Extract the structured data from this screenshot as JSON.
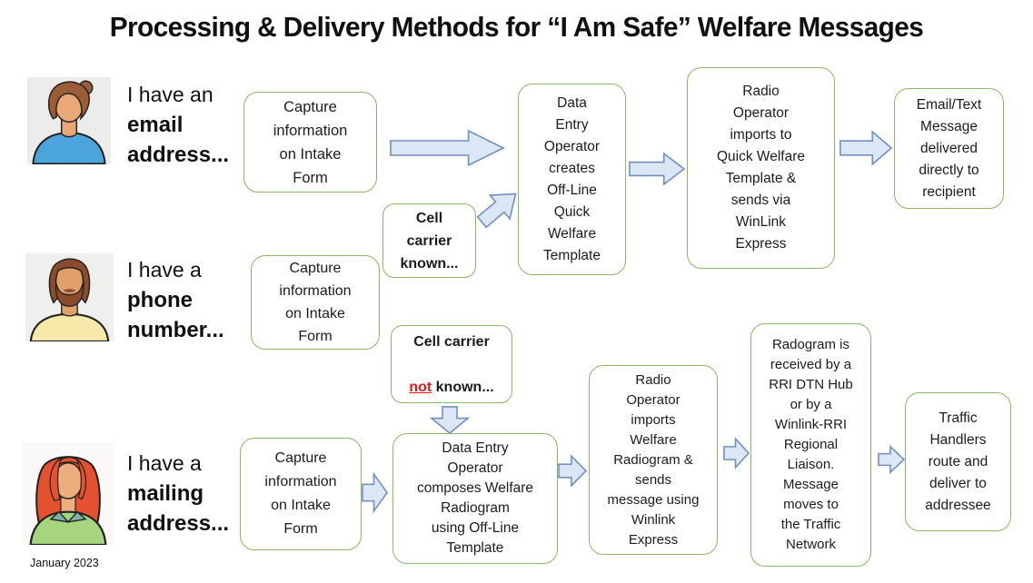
{
  "title": "Processing & Delivery Methods for “I Am Safe” Welfare Messages",
  "footer": {
    "date": "January 2023"
  },
  "actors": [
    {
      "line1": "I have an",
      "line2": "email",
      "line3": "address..."
    },
    {
      "line1": "I have a",
      "line2": "phone",
      "line3": "number..."
    },
    {
      "line1": "I have a",
      "line2": "mailing",
      "line3": "address..."
    }
  ],
  "nodes": {
    "capture_email": "Capture\ninformation\non Intake\nForm",
    "capture_phone": "Capture\ninformation\non Intake\nForm",
    "capture_mailing": "Capture\ninformation\non Intake\nForm",
    "data_entry_quick": "Data\nEntry\nOperator\ncreates\nOff-Line\nQuick\nWelfare\nTemplate",
    "radio_quick": "Radio\nOperator\nimports to\nQuick Welfare\nTemplate &\nsends via\nWinLink\nExpress",
    "email_delivered": "Email/Text\nMessage\ndelivered\ndirectly to\nrecipient",
    "cell_known": "Cell\ncarrier\nknown...",
    "cell_not_known": {
      "line1": "Cell carrier",
      "not_word": "not",
      "rest": " known..."
    },
    "compose_radiogram": "Data Entry\nOperator\ncomposes Welfare\nRadiogram\nusing Off-Line\nTemplate",
    "radio_radiogram": "Radio\nOperator\nimports\nWelfare\nRadiogram &\nsends\nmessage using\nWinlink\nExpress",
    "radogram_received": "Radogram is\nreceived by a\nRRI DTN Hub\nor by a\nWinlink-RRI\nRegional\nLiaison.\nMessage\nmoves to\nthe Traffic\nNetwork",
    "traffic_handlers": "Traffic\nHandlers\nroute and\ndeliver to\naddressee"
  },
  "colors": {
    "box_border": "#8ab763",
    "arrow_fill": "#dce7f5",
    "arrow_stroke": "#7090bf",
    "not_word_color": "#e91616"
  }
}
